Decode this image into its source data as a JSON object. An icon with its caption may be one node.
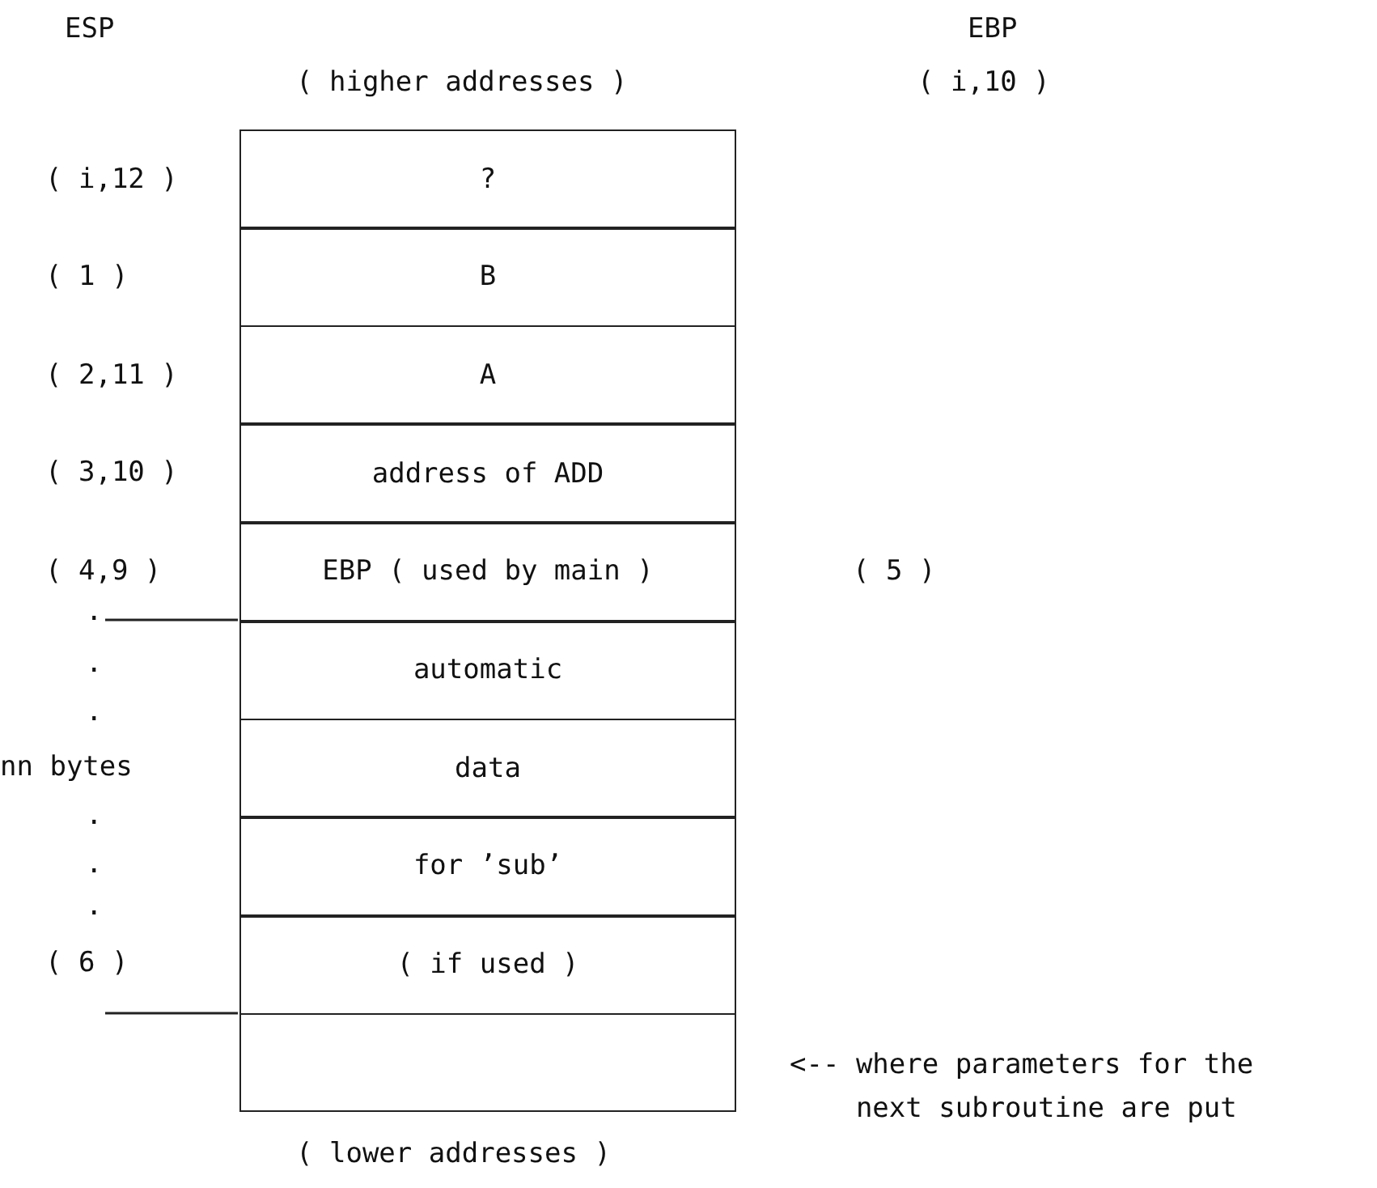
{
  "diagram": {
    "nodes": [
      {
        "text": [
          "?"
        ]
      },
      {
        "text": [
          "B"
        ]
      },
      {
        "text": [
          "A"
        ]
      },
      {
        "text": [
          "address of ADD"
        ]
      },
      {
        "text": [
          "EBP ( used by main )"
        ]
      },
      {
        "text": [
          "automatic"
        ]
      },
      {
        "text": [
          "data"
        ]
      },
      {
        "text": [
          "for ’sub’"
        ]
      },
      {
        "text": [
          "( if used )"
        ]
      },
      {
        "text": [],
        "shape": "box"
      }
    ],
    "labels": [
      "ESP",
      "EBP",
      "( higher addresses )",
      "( i,10 )",
      "( i,12 )",
      "( 1 )",
      "( 2,11 )",
      "( 3,10 )",
      "( 4,9 )",
      "( 5 )",
      ".",
      ".",
      ".",
      "nn bytes",
      ".",
      ".",
      ".",
      "( 6 )",
      "<-- where parameters for the next subroutine are put",
      "( lower addresses )"
    ]
  }
}
